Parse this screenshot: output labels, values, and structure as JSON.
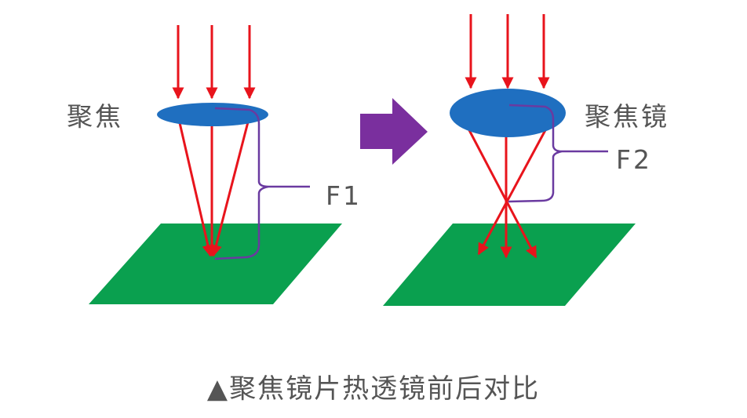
{
  "left_panel": {
    "lens_label": "聚焦",
    "focal_label": "F1"
  },
  "right_panel": {
    "lens_label": "聚焦镜",
    "focal_label": "F2"
  },
  "caption": "▲聚焦镜片热透镜前后对比",
  "colors": {
    "laser": "#e8141c",
    "lens": "#1f6fc0",
    "workpiece": "#0aa04f",
    "bracket": "#6a3aa0",
    "arrow": "#7a2f9e",
    "text": "#555555"
  }
}
